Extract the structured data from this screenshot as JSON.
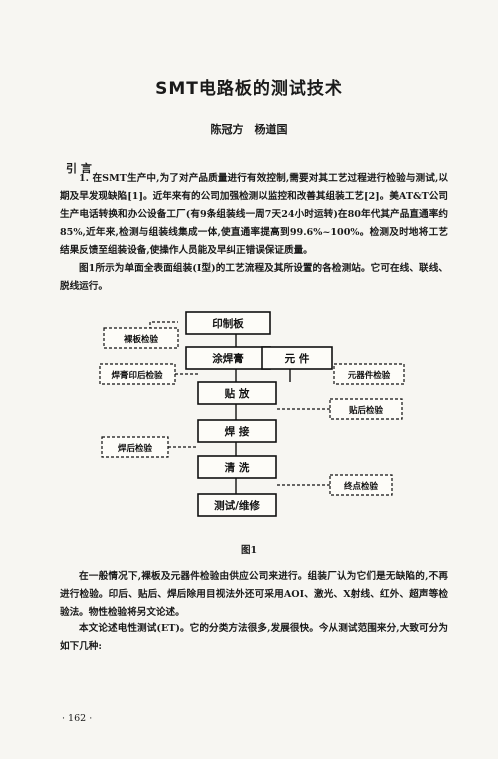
{
  "title": "SMT电路板的测试技术",
  "authors": "陈冠方　杨道国",
  "section_heading": "引 言",
  "paragraphs": [
    "1. 在SMT生产中,为了对产品质量进行有效控制,需要对其工艺过程进行检验与测试,以期及早发现缺陷[1]。近年来有的公司加强检测以监控和改善其组装工艺[2]。美AT&T公司生产电话转换和办公设备工厂(有9条组装线一周7天24小时运转)在80年代其产品直通率约85%,近年来,检测与组装线集成一体,使直通率提高到99.6%~100%。检测及时地将工艺结果反馈至组装设备,使操作人员能及早纠正错误保证质量。",
    "图1所示为单面全表面组装(Ⅰ型)的工艺流程及其所设置的各检测站。它可在线、联线、脱线运行。",
    "在一般情况下,裸板及元器件检验由供应公司来进行。组装厂认为它们是无缺陷的,不再进行检验。印后、贴后、焊后除用目视法外还可采用AOI、激光、X射线、红外、超声等检验法。物性检验将另文论述。",
    "本文论述电性测试(ET)。它的分类方法很多,发展很快。今从测试范围来分,大致可分为如下几种:"
  ],
  "figure": {
    "process_steps": [
      "印制板",
      "涂焊膏",
      "元 件",
      "贴 放",
      "焊 接",
      "清 洗",
      "测试/维修"
    ],
    "inspection_stations": [
      "裸板检验",
      "焊膏印后检验",
      "元器件检验",
      "贴后检验",
      "焊后检验",
      "终点检验"
    ],
    "caption": "图1"
  },
  "page_number": "· 162 ·"
}
